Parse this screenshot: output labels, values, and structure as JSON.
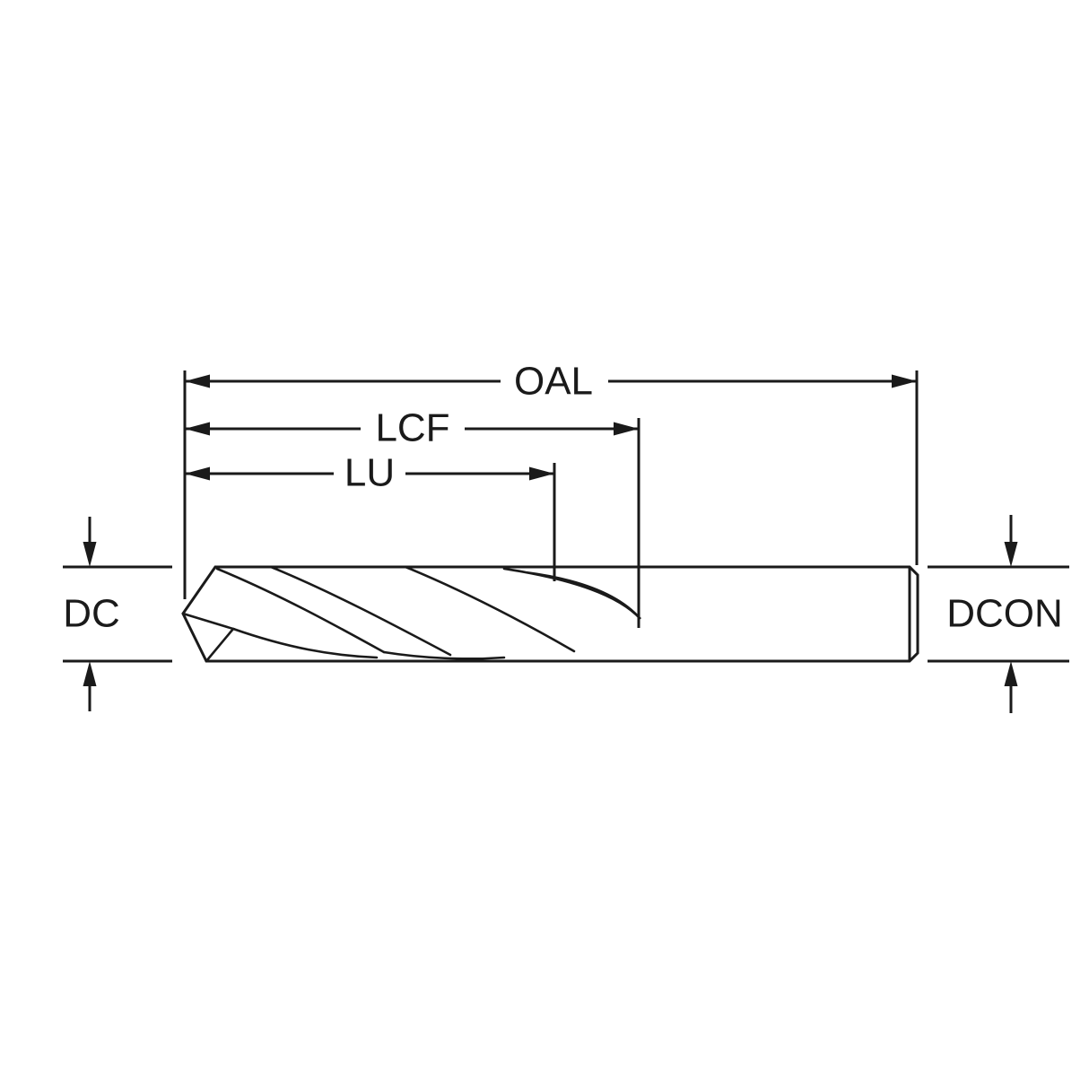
{
  "diagram": {
    "description": "Technical dimension drawing of a twist drill bit, side view, with dimension callouts",
    "labels": {
      "oal": "OAL",
      "lcf": "LCF",
      "lu": "LU",
      "dc": "DC",
      "dcon": "DCON"
    },
    "colors": {
      "line": "#1a1a1a",
      "background": "#ffffff"
    }
  }
}
